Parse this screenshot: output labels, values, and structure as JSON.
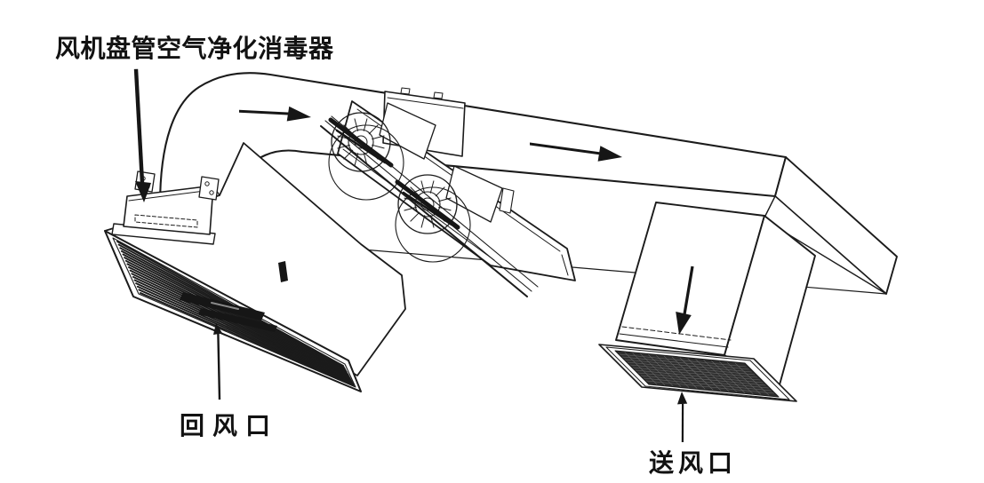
{
  "figure": {
    "kind": "isometric-hvac-line-diagram",
    "labels": {
      "device": "风机盘管空气净化消毒器",
      "return_air": "回风口",
      "supply_air": "送风口"
    },
    "annotations": {
      "flow_arrows": [
        "elbow-flow-right",
        "duct-flow-right",
        "supply-box-flow-down"
      ],
      "pointer_arrows": [
        "device-pointer-down",
        "return-air-pointer-up",
        "supply-air-pointer-up"
      ]
    },
    "colors": {
      "background": "#ffffff",
      "line": "#1b1b1b",
      "arrow": "#161616",
      "mesh_fill": "#2f2f2f",
      "mesh_hatch": "#6b6b6b"
    }
  }
}
